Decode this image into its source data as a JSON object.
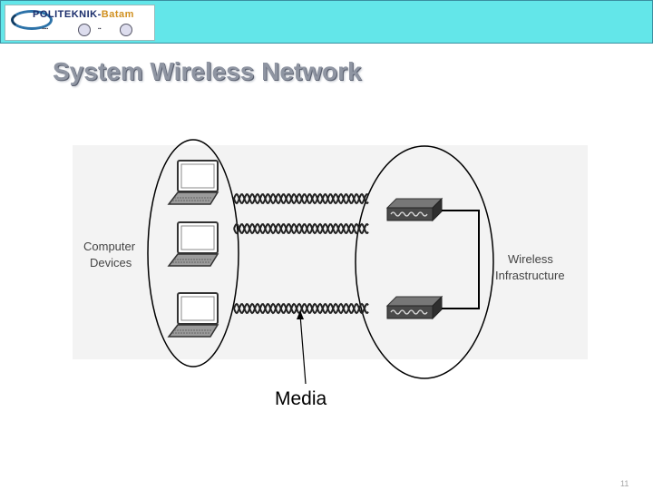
{
  "slide": {
    "title": "System Wireless Network",
    "page_number": "11"
  },
  "logo": {
    "name_main": "POLITEKNIK",
    "name_suffix": "Batam"
  },
  "diagram": {
    "computer_devices_label": [
      "Computer",
      "Devices"
    ],
    "wireless_infrastructure_label": [
      "Wireless",
      "Infrastructure"
    ],
    "media_label": "Media"
  },
  "colors": {
    "header_bar": "#63e6e9",
    "title_text": "#8f95a2",
    "access_point_top": "#777777",
    "access_point_face": "#4a4a4a"
  }
}
